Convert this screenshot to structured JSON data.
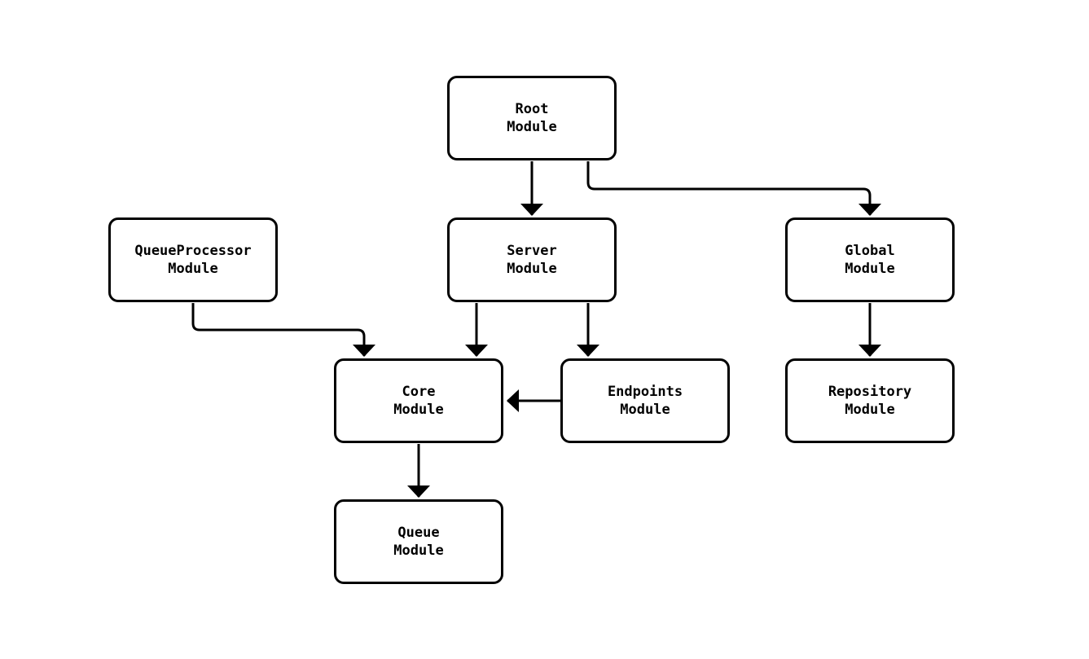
{
  "diagram": {
    "type": "module-dependency-flowchart",
    "background_color": "#ffffff",
    "node_fill_color": "#ffffff",
    "line_color": "#000000",
    "text_color": "#000000",
    "nodes": [
      {
        "id": "root",
        "label": "Root\nModule"
      },
      {
        "id": "server",
        "label": "Server\nModule"
      },
      {
        "id": "queueprocessor",
        "label": "QueueProcessor\nModule"
      },
      {
        "id": "global",
        "label": "Global\nModule"
      },
      {
        "id": "core",
        "label": "Core\nModule"
      },
      {
        "id": "endpoints",
        "label": "Endpoints\nModule"
      },
      {
        "id": "repository",
        "label": "Repository\nModule"
      },
      {
        "id": "queue",
        "label": "Queue\nModule"
      }
    ],
    "edges": [
      {
        "from": "root",
        "to": "server"
      },
      {
        "from": "root",
        "to": "global"
      },
      {
        "from": "queueprocessor",
        "to": "core"
      },
      {
        "from": "server",
        "to": "core"
      },
      {
        "from": "server",
        "to": "endpoints"
      },
      {
        "from": "endpoints",
        "to": "core"
      },
      {
        "from": "global",
        "to": "repository"
      },
      {
        "from": "core",
        "to": "queue"
      }
    ]
  }
}
